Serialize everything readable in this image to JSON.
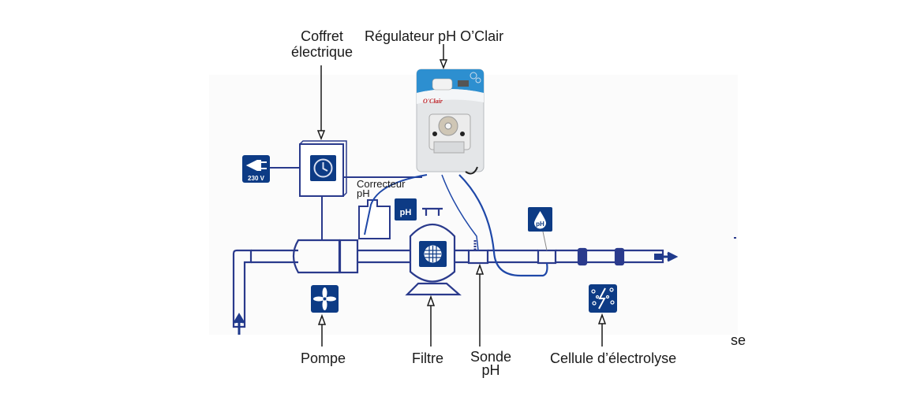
{
  "diagram": {
    "title_ghost": "",
    "colors": {
      "pipe": "#2a3a8c",
      "icon_bg": "#0d3b85",
      "cable": "#1f48a8",
      "text": "#1a1a1a",
      "device_blue": "#2d8fd0",
      "device_body": "#e6e8ea"
    },
    "labels": {
      "coffret_line1": "Coffret",
      "coffret_line2": "électrique",
      "regulateur": "Régulateur pH O’Clair",
      "correcteur_line1": "Correcteur",
      "correcteur_line2": "pH",
      "pompe": "Pompe",
      "filtre": "Filtre",
      "sonde_line1": "Sonde",
      "sonde_line2": "pH",
      "cellule": "Cellule d’électrolyse",
      "cut_fragment": "se"
    },
    "icons": {
      "power": {
        "name": "power-plug-icon",
        "text": "230 V"
      },
      "clock": {
        "name": "clock-icon"
      },
      "ph_canister": {
        "name": "ph-canister-icon",
        "text": "pH"
      },
      "ph_drop": {
        "name": "ph-drop-icon",
        "text": "pH"
      },
      "pump": {
        "name": "pump-fan-icon"
      },
      "filter": {
        "name": "filter-grid-icon"
      },
      "electrolysis": {
        "name": "electrolysis-icon"
      }
    },
    "device": {
      "brand": "O'Clair"
    }
  }
}
